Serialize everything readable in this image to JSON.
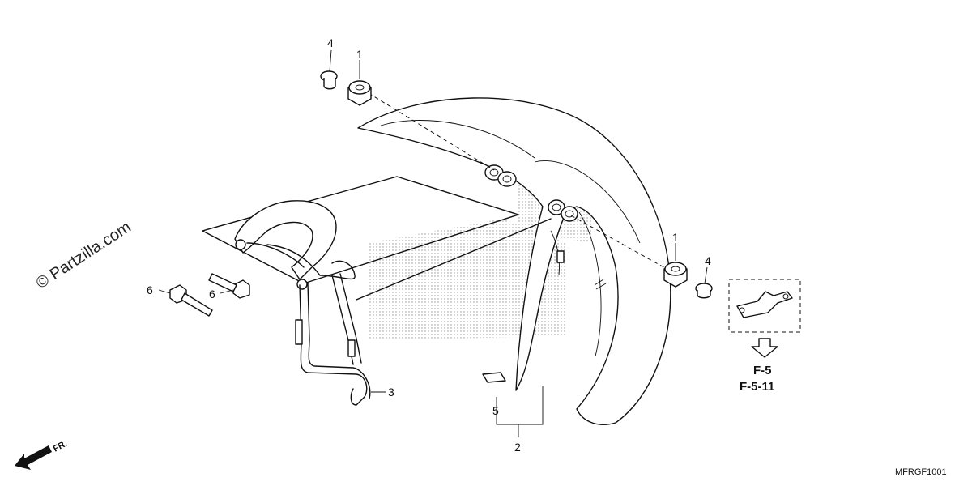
{
  "watermark": "© Partzilla.com",
  "diagram_code": "MFRGF1001",
  "front_marker": "FR.",
  "callouts": {
    "c1_top": "1",
    "c4_top": "4",
    "c1_right": "1",
    "c4_right": "4",
    "c6_left": "6",
    "c6_mid": "6",
    "c3": "3",
    "c5": "5",
    "c2": "2"
  },
  "reference": {
    "page": "F-5",
    "section": "F-5-11"
  }
}
